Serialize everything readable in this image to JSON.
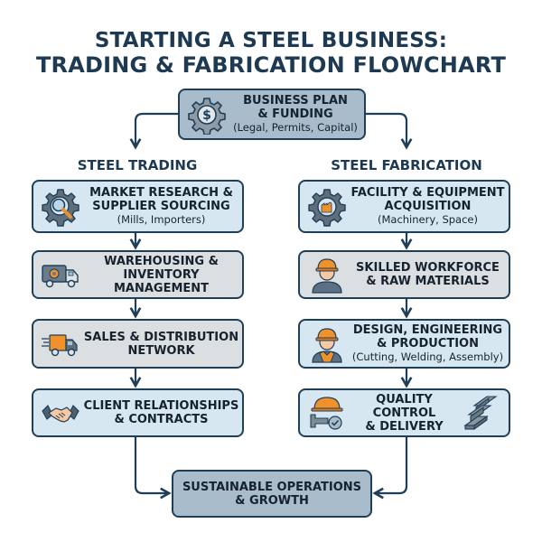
{
  "title": {
    "line1": "STARTING A STEEL BUSINESS:",
    "line2": "TRADING & FABRICATION FLOWCHART"
  },
  "colors": {
    "navy": "#1d3a52",
    "box_light_blue": "#d7e7f2",
    "box_gray": "#dcdfe2",
    "box_steel": "#a8bccc",
    "accent_orange": "#f0922b"
  },
  "top": {
    "icon": "gear-dollar-icon",
    "line1": "BUSINESS PLAN",
    "line2": "& FUNDING",
    "sub": "(Legal, Permits, Capital)"
  },
  "trading": {
    "heading": "STEEL TRADING",
    "steps": [
      {
        "icon": "gear-magnifier-icon",
        "line1": "MARKET RESEARCH &",
        "line2": "SUPPLIER SOURCING",
        "sub": "(Mills, Importers)"
      },
      {
        "icon": "truck-gear-icon",
        "line1": "WAREHOUSING &",
        "line2": "INVENTORY MANAGEMENT",
        "sub": ""
      },
      {
        "icon": "delivery-truck-icon",
        "line1": "SALES & DISTRIBUTION",
        "line2": "NETWORK",
        "sub": ""
      },
      {
        "icon": "handshake-icon",
        "line1": "CLIENT RELATIONSHIPS",
        "line2": "& CONTRACTS",
        "sub": ""
      }
    ]
  },
  "fabrication": {
    "heading": "STEEL FABRICATION",
    "steps": [
      {
        "icon": "gear-factory-icon",
        "line1": "FACILITY & EQUIPMENT",
        "line2": "ACQUISITION",
        "sub": "(Machinery, Space)"
      },
      {
        "icon": "worker-icon",
        "line1": "SKILLED WORKFORCE",
        "line2": "& RAW MATERIALS",
        "sub": ""
      },
      {
        "icon": "worker-vest-icon",
        "line1": "DESIGN, ENGINEERING",
        "line2": "& PRODUCTION",
        "sub": "(Cutting, Welding, Assembly)"
      },
      {
        "icon": "hardhat-check-icon",
        "icon_right": "steel-beams-icon",
        "line1": "QUALITY CONTROL",
        "line2": "& DELIVERY",
        "sub": ""
      }
    ]
  },
  "bottom": {
    "line1": "SUSTAINABLE OPERATIONS",
    "line2": "& GROWTH"
  }
}
